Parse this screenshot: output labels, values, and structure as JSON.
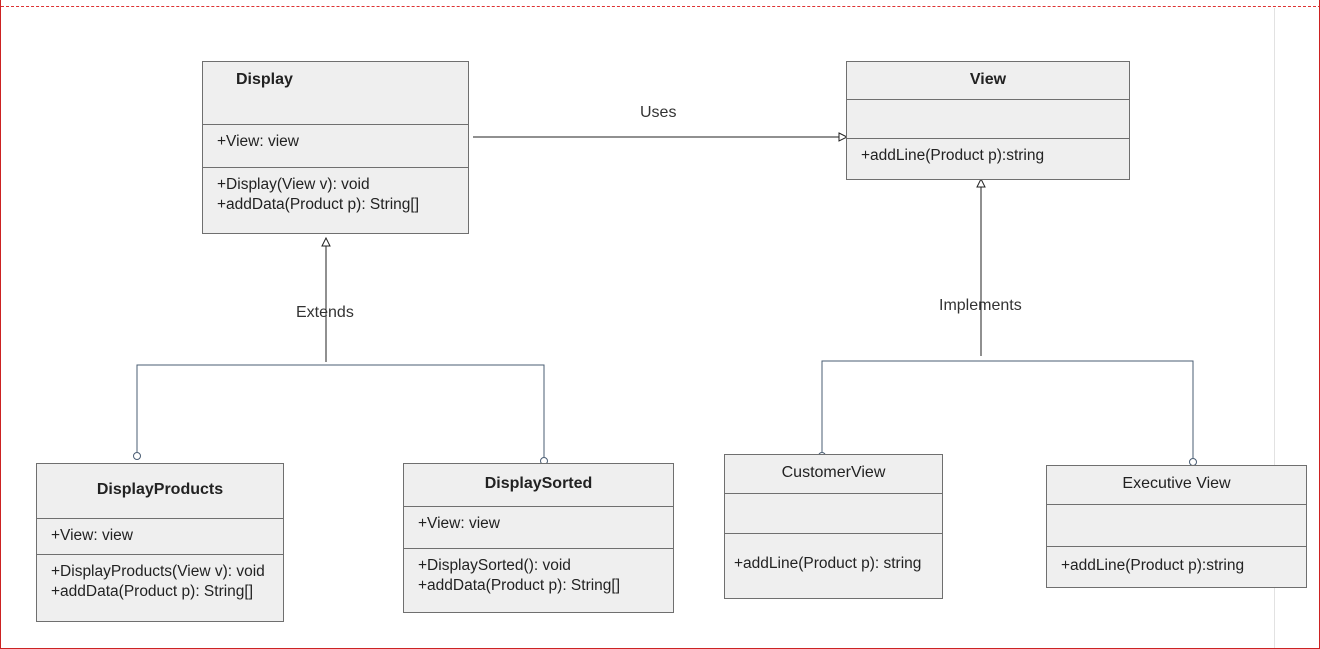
{
  "classes": {
    "display": {
      "name": "Display",
      "attributes": [
        "+View: view"
      ],
      "methods": [
        "+Display(View v): void",
        "+addData(Product p): String[]"
      ]
    },
    "view": {
      "name": "View",
      "attributes": [],
      "methods": [
        "+addLine(Product p):string"
      ]
    },
    "display_products": {
      "name": "DisplayProducts",
      "attributes": [
        "+View: view"
      ],
      "methods": [
        "+DisplayProducts(View v): void",
        "+addData(Product p): String[]"
      ]
    },
    "display_sorted": {
      "name": "DisplaySorted",
      "attributes": [
        "+View: view"
      ],
      "methods": [
        "+DisplaySorted(): void",
        "+addData(Product p): String[]"
      ]
    },
    "customer_view": {
      "name": "CustomerView",
      "attributes": [],
      "methods": [
        "+addLine(Product p): string"
      ]
    },
    "executive_view": {
      "name": "Executive View",
      "attributes": [],
      "methods": [
        "+addLine(Product p):string"
      ]
    }
  },
  "connectors": {
    "uses": "Uses",
    "extends": "Extends",
    "implements": "Implements"
  },
  "colors": {
    "wire": "#4a5d73",
    "line": "#222222",
    "box_fill": "#efefef",
    "box_border": "#6f6f6f",
    "frame": "#cc2222"
  }
}
